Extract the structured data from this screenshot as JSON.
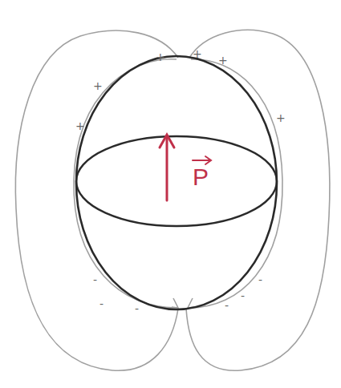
{
  "diagram": {
    "labels": [
      "P",
      "+",
      "+",
      "+",
      "+",
      "+",
      "+",
      "-",
      "-",
      "-",
      "-",
      "-",
      "-"
    ]
  }
}
